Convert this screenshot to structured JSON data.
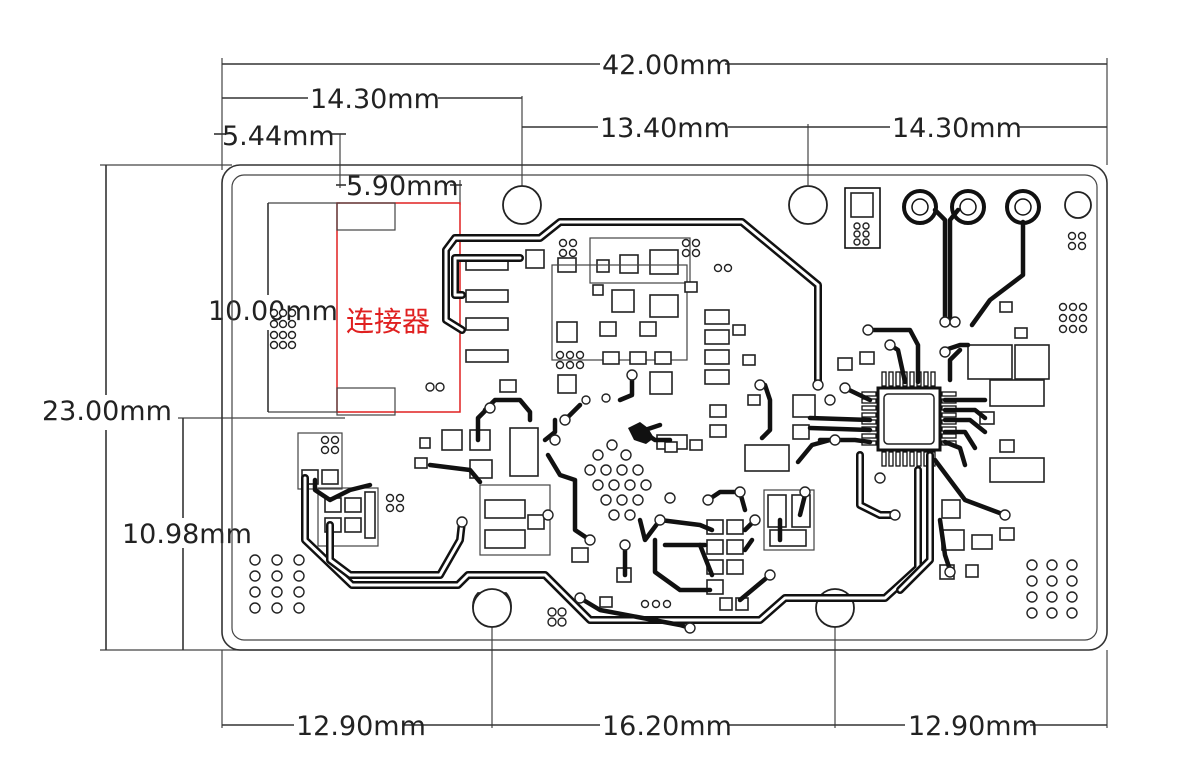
{
  "dimensions": {
    "overall_width": "42.00mm",
    "top_left_hole": "14.30mm",
    "top_hole_spacing": "13.40mm",
    "top_right_hole": "14.30mm",
    "connector_offset": "5.44mm",
    "connector_width": "5.90mm",
    "connector_height": "10.00mm",
    "overall_height": "23.00mm",
    "lower_height": "10.98mm",
    "bottom_left_hole": "12.90mm",
    "bottom_hole_spacing": "16.20mm",
    "bottom_right_hole": "12.90mm"
  },
  "connector": {
    "label": "连接器",
    "color": "#e02020"
  },
  "colors": {
    "line": "#333333",
    "trace": "#111111",
    "background": "#ffffff"
  }
}
